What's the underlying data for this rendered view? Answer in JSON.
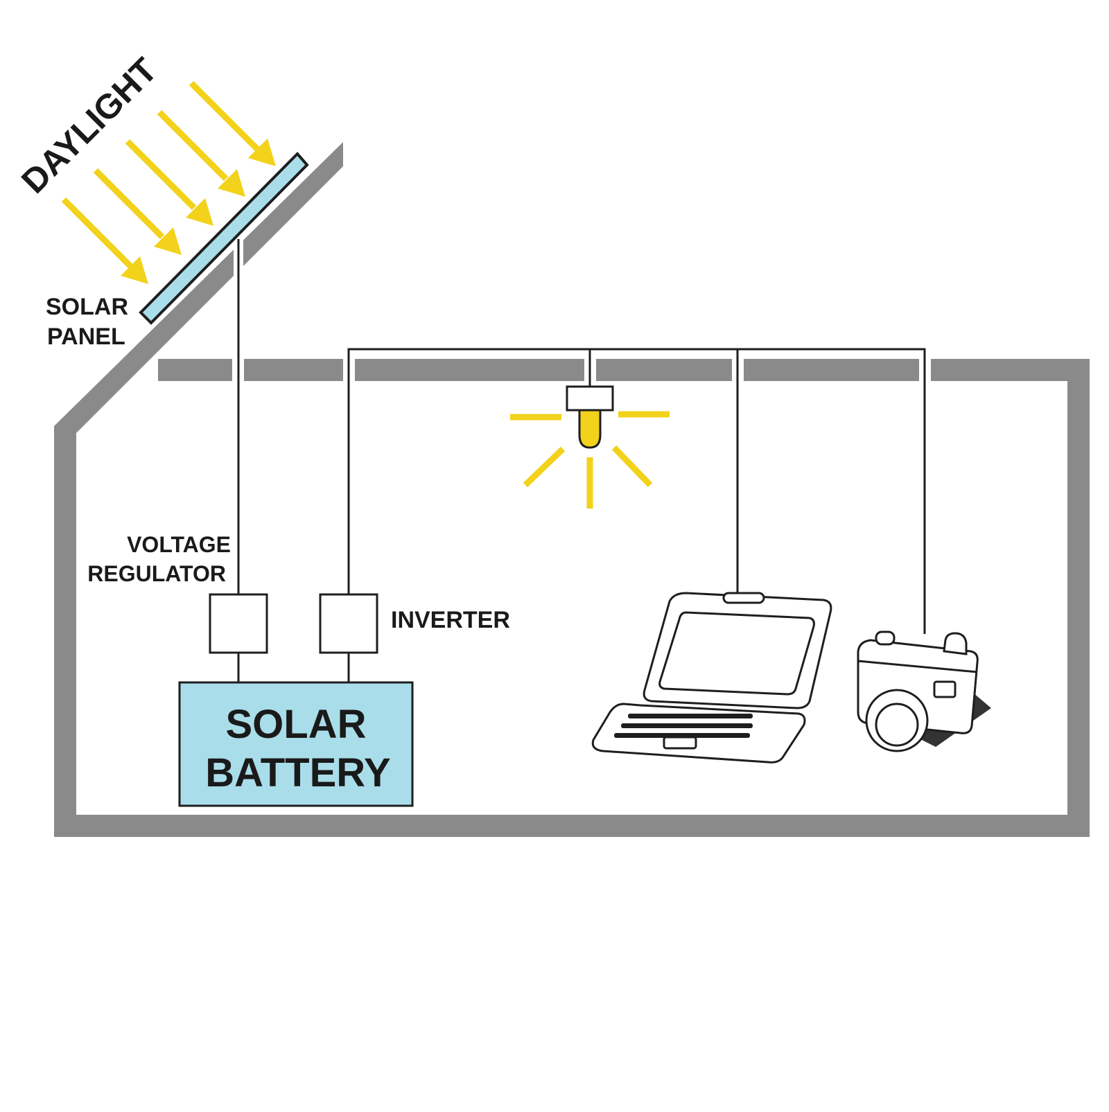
{
  "labels": {
    "daylight": "DAYLIGHT",
    "solar_panel_line1": "SOLAR",
    "solar_panel_line2": "PANEL",
    "voltage_regulator_line1": "VOLTAGE",
    "voltage_regulator_line2": "REGULATOR",
    "inverter": "INVERTER",
    "battery_line1": "SOLAR",
    "battery_line2": "BATTERY"
  },
  "colors": {
    "wall": "#8a8a8a",
    "sunlight": "#f2d21b",
    "panel": "#a9dde9",
    "battery": "#a9dde9",
    "wire": "#1e1e1e"
  },
  "icons": [
    "sun-ray-arrow",
    "light-bulb-icon",
    "laptop-icon",
    "camera-icon"
  ]
}
